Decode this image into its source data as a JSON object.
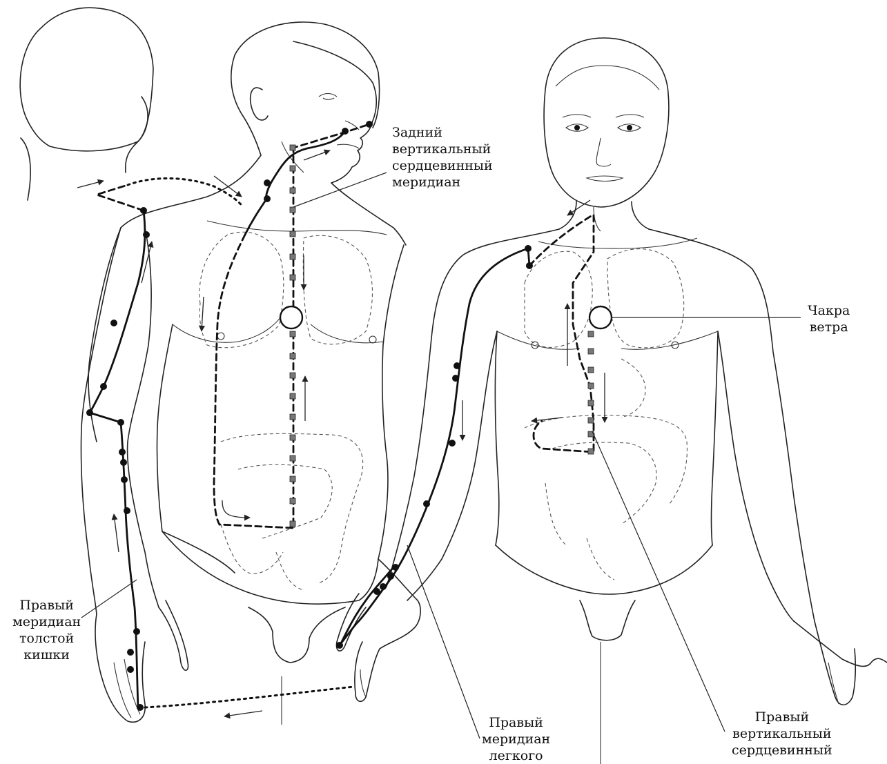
{
  "labels": {
    "posterior_meridian": [
      "Задний",
      "вертикальный",
      "сердцевинный",
      "меридиан"
    ],
    "wind_chakra": [
      "Чакра",
      "ветра"
    ],
    "large_intestine": [
      "Правый",
      "меридиан",
      "толстой",
      "кишки"
    ],
    "lung": [
      "Правый",
      "меридиан",
      "легкого"
    ],
    "right_vertical": [
      "Правый",
      "вертикальный",
      "сердцевинный"
    ]
  }
}
